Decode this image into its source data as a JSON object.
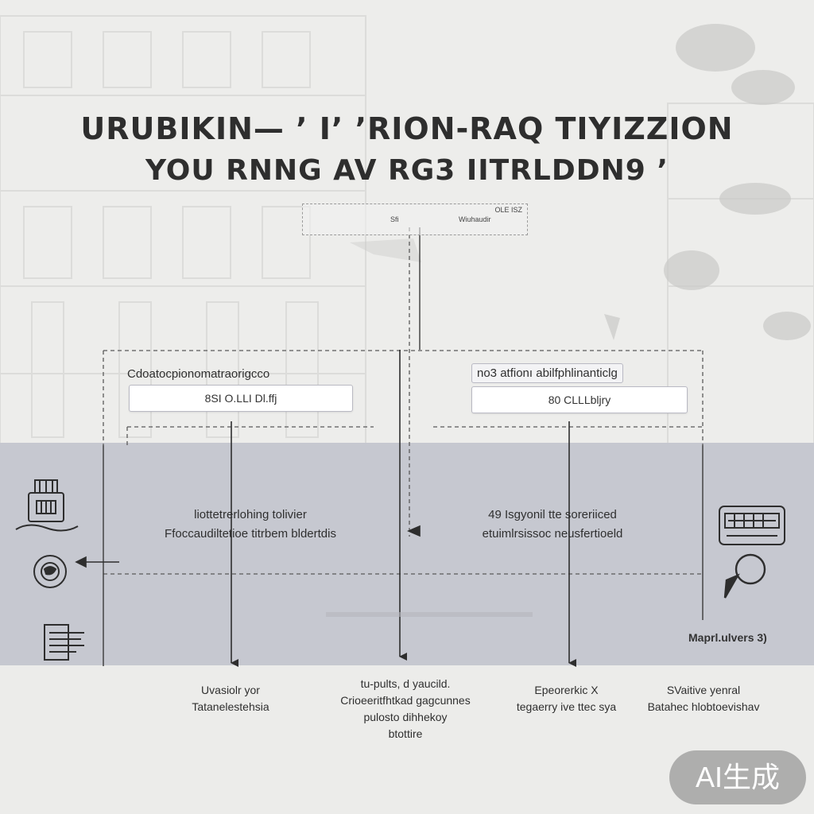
{
  "title": {
    "line1": "URUBIKIN— ’ I’ ’RION-RAQ TIYIZZION",
    "line2": "YOU RNNG   AV RG3 IITRLDDN9 ʼ"
  },
  "top_box": {
    "label_right_top": "OLE ISZ",
    "label_left": "Sfi",
    "label_middle": "Wiuhaudir"
  },
  "left_panel": {
    "heading": "Cdoatocpionomatraorigcco",
    "field_value": "8SI O.LLI Dl.ffj"
  },
  "right_panel": {
    "heading": "no3 atfionı abilfphlinanticlg",
    "field_value": "80 CLLLbljry"
  },
  "middle": {
    "left_line1": "liottetrerlohing tolivier",
    "left_line2": "Ffoccaudiltetioe titrbem bldertdis",
    "right_line1": "49 Isgyonil tte soreriiced",
    "right_line2": "etuimlrsissoc neusfertioeld"
  },
  "bottom": {
    "col1": [
      "Uvasiolr yor",
      "Tatanelestehsia"
    ],
    "col2": [
      "tu-pults, d yaucild.",
      "Crioeeritfhtkad gagcunnes",
      "pulosto dihhekoy",
      "btottire"
    ],
    "col3": [
      "Epeorerkic X",
      "tegaerry ive ttec sya"
    ],
    "col4": [
      "SVaitive yenral",
      "Batahec hlobtoevishav"
    ]
  },
  "side_label": "Maprl.ulvers 3)",
  "badge": "AI生成",
  "icons": [
    "machine-icon",
    "target-circle-icon",
    "document-lines-icon",
    "keyboard-panel-icon",
    "map-pin-icon"
  ],
  "colors": {
    "band": "#c6c8d0",
    "ink": "#2e2e2e",
    "badge": "#969696"
  }
}
